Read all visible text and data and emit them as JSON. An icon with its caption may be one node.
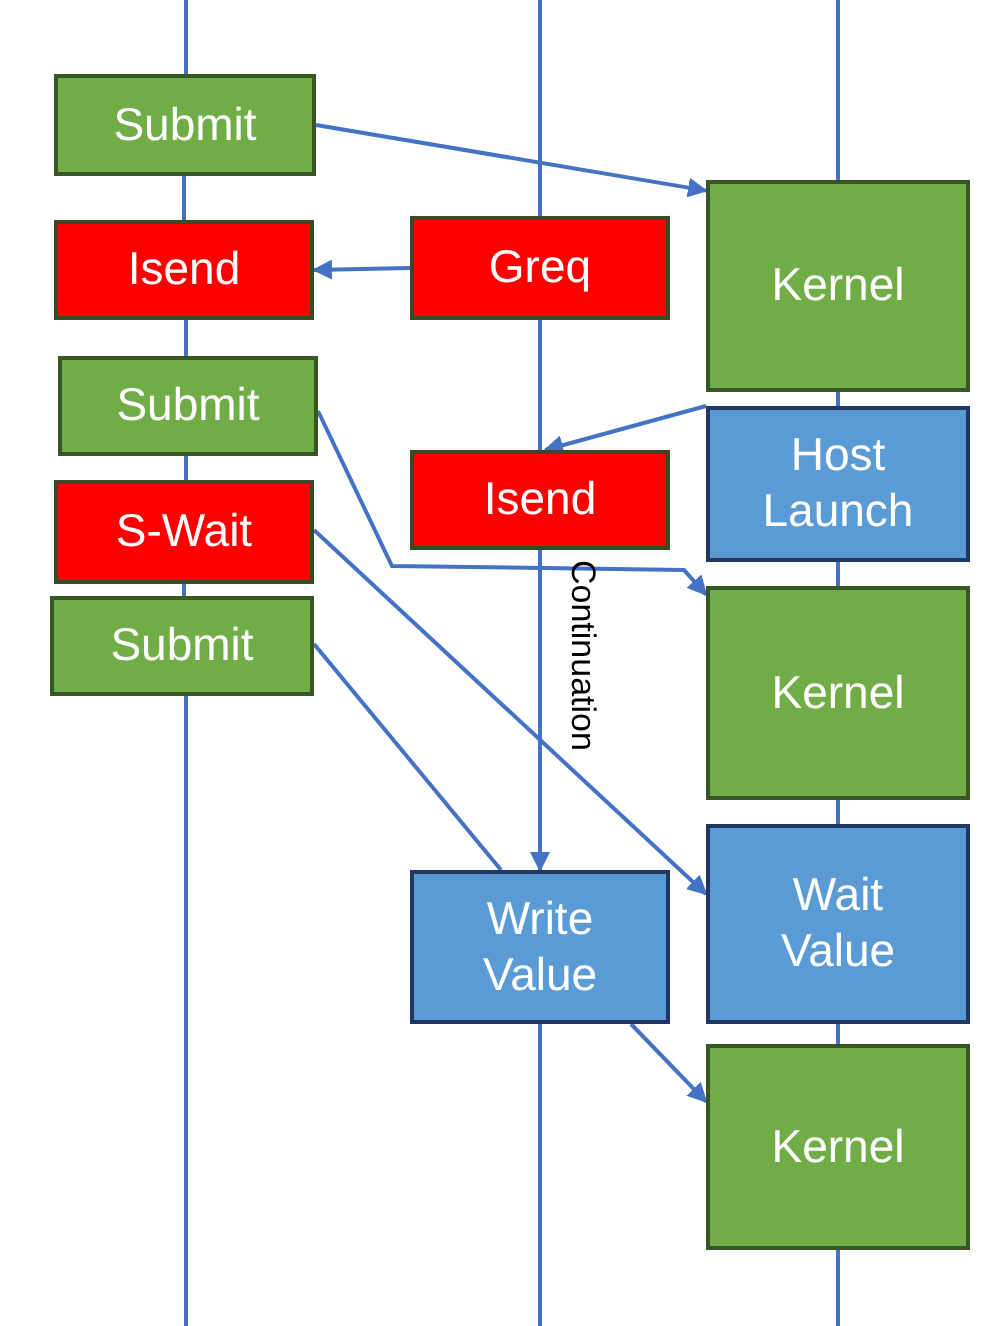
{
  "diagram": {
    "nodes": [
      {
        "text": [
          "Submit"
        ]
      },
      {
        "text": [
          "Isend"
        ]
      },
      {
        "text": [
          "Submit"
        ]
      },
      {
        "text": [
          "S-Wait"
        ]
      },
      {
        "text": [
          "Submit"
        ]
      },
      {
        "text": [
          "Greq"
        ]
      },
      {
        "text": [
          "Isend"
        ]
      },
      {
        "text": [
          "Write Value"
        ]
      },
      {
        "text": [
          "Kernel"
        ]
      },
      {
        "text": [
          "Host Launch"
        ]
      },
      {
        "text": [
          "Kernel"
        ]
      },
      {
        "text": [
          "Wait Value"
        ]
      },
      {
        "text": [
          "Kernel"
        ]
      }
    ],
    "edges": [
      {
        "from": 0,
        "to": 1,
        "arrow": "none"
      },
      {
        "from": 1,
        "to": 2,
        "arrow": "none"
      },
      {
        "from": 2,
        "to": 3,
        "arrow": "none"
      },
      {
        "from": 3,
        "to": 4,
        "arrow": "none"
      },
      {
        "from": 5,
        "to": 6,
        "arrow": "none"
      },
      {
        "from": 6,
        "to": 7,
        "arrow": "to",
        "label": "Continuation"
      },
      {
        "from": 8,
        "to": 9,
        "arrow": "none"
      },
      {
        "from": 9,
        "to": 10,
        "arrow": "none"
      },
      {
        "from": 10,
        "to": 11,
        "arrow": "none"
      },
      {
        "from": 11,
        "to": 12,
        "arrow": "none"
      },
      {
        "from": 0,
        "to": 8,
        "arrow": "to"
      },
      {
        "from": 5,
        "to": 1,
        "arrow": "to"
      },
      {
        "from": 9,
        "to": 6,
        "arrow": "to"
      },
      {
        "from": 2,
        "to": 10,
        "arrow": "to"
      },
      {
        "from": 3,
        "to": 11,
        "arrow": "to"
      },
      {
        "from": 4,
        "to": 7,
        "arrow": "none"
      },
      {
        "from": 7,
        "to": 12,
        "arrow": "to"
      }
    ]
  }
}
